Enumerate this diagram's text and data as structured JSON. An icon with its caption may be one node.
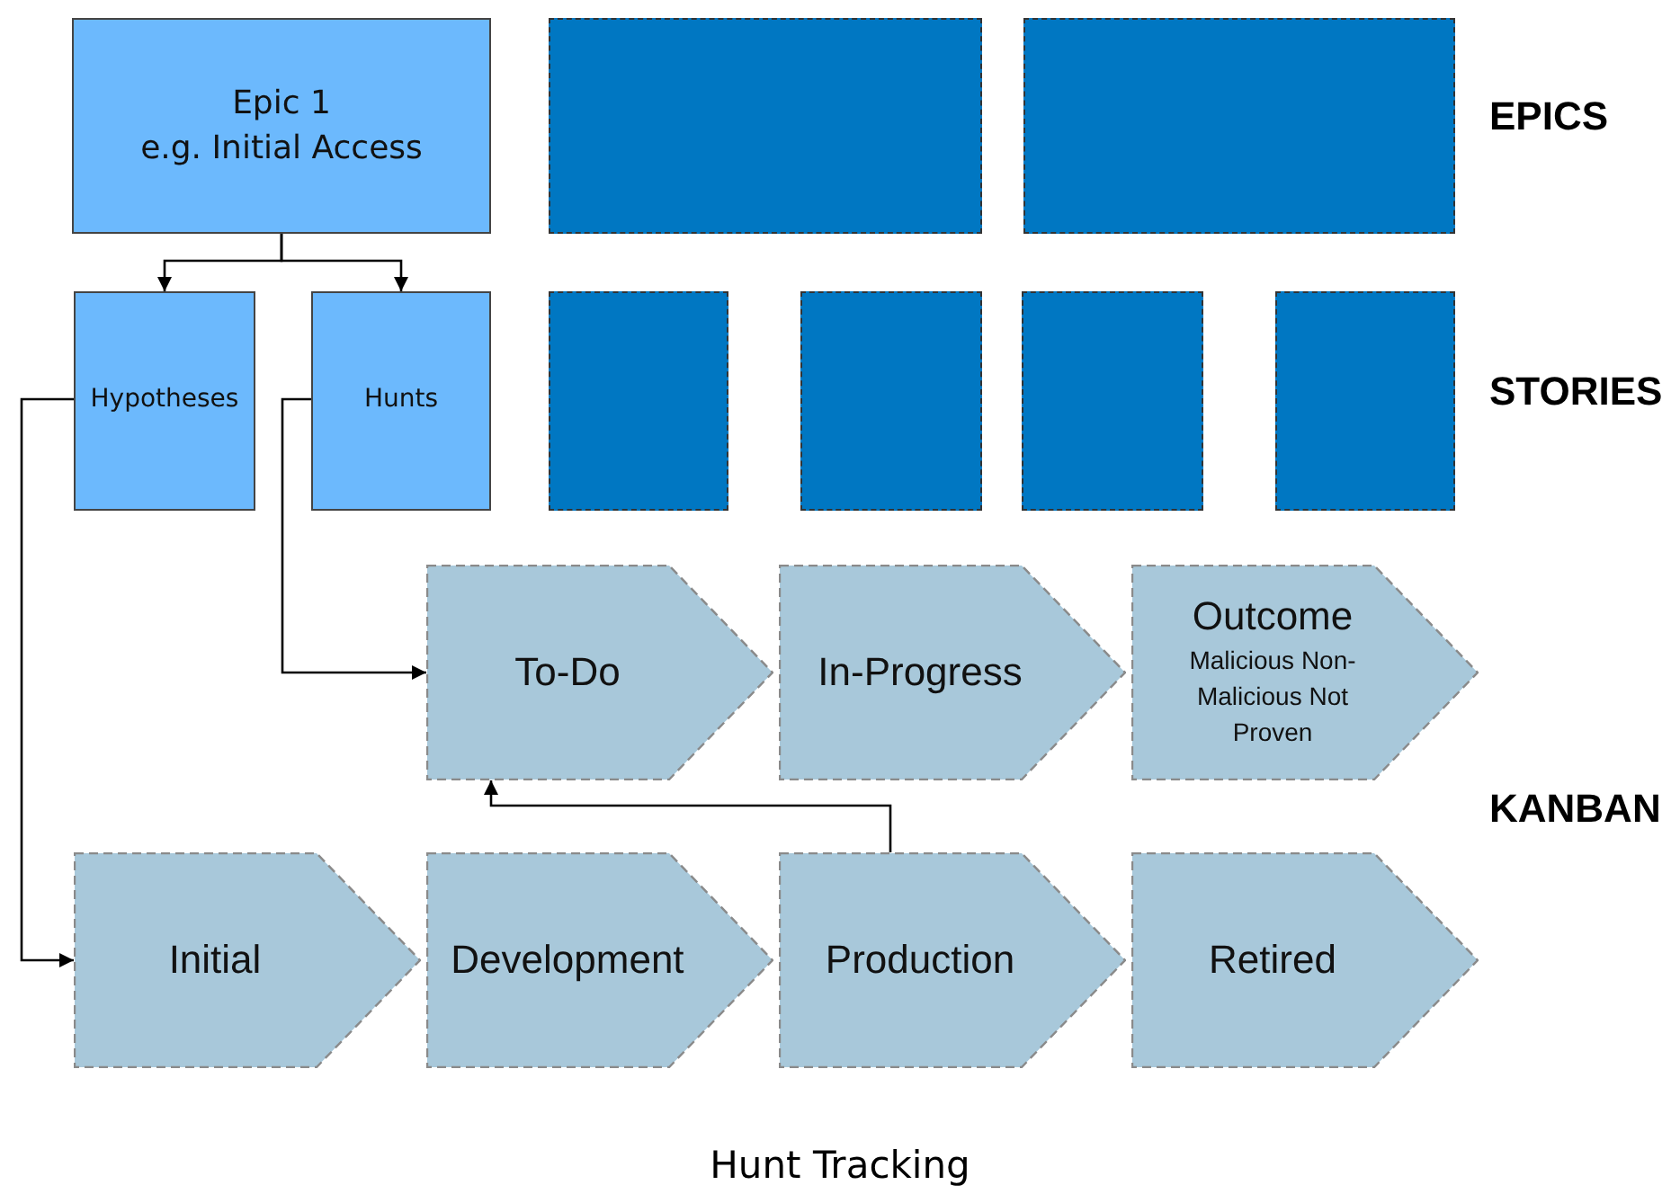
{
  "diagram": {
    "caption": "Hunt Tracking",
    "nodes": [
      {
        "text": [
          "Epic 1",
          "e.g. Initial Access"
        ]
      },
      {
        "text": [],
        "shape": "box"
      },
      {
        "text": [],
        "shape": "box"
      },
      {
        "text": [
          "Hypotheses"
        ]
      },
      {
        "text": [
          "Hunts"
        ]
      },
      {
        "text": [],
        "shape": "box"
      },
      {
        "text": [],
        "shape": "box"
      },
      {
        "text": [],
        "shape": "box"
      },
      {
        "text": [],
        "shape": "box"
      },
      {
        "text": [
          "To-Do"
        ]
      },
      {
        "text": [
          "In-Progress"
        ]
      },
      {
        "text": [
          "Outcome",
          "Malicious Non-Malicious Not Proven"
        ]
      },
      {
        "text": [
          "Initial"
        ]
      },
      {
        "text": [
          "Development"
        ]
      },
      {
        "text": [
          "Production"
        ]
      },
      {
        "text": [
          "Retired"
        ]
      }
    ],
    "edges": [
      {
        "from": 0,
        "to": 3,
        "arrow": "to"
      },
      {
        "from": 0,
        "to": 4,
        "arrow": "to"
      },
      {
        "from": 3,
        "to": 12,
        "arrow": "to"
      },
      {
        "from": 4,
        "to": 9,
        "arrow": "to"
      },
      {
        "from": 14,
        "to": 9,
        "arrow": "to"
      }
    ],
    "labels": [
      "EPICS",
      "STORIES",
      "KANBAN"
    ]
  }
}
